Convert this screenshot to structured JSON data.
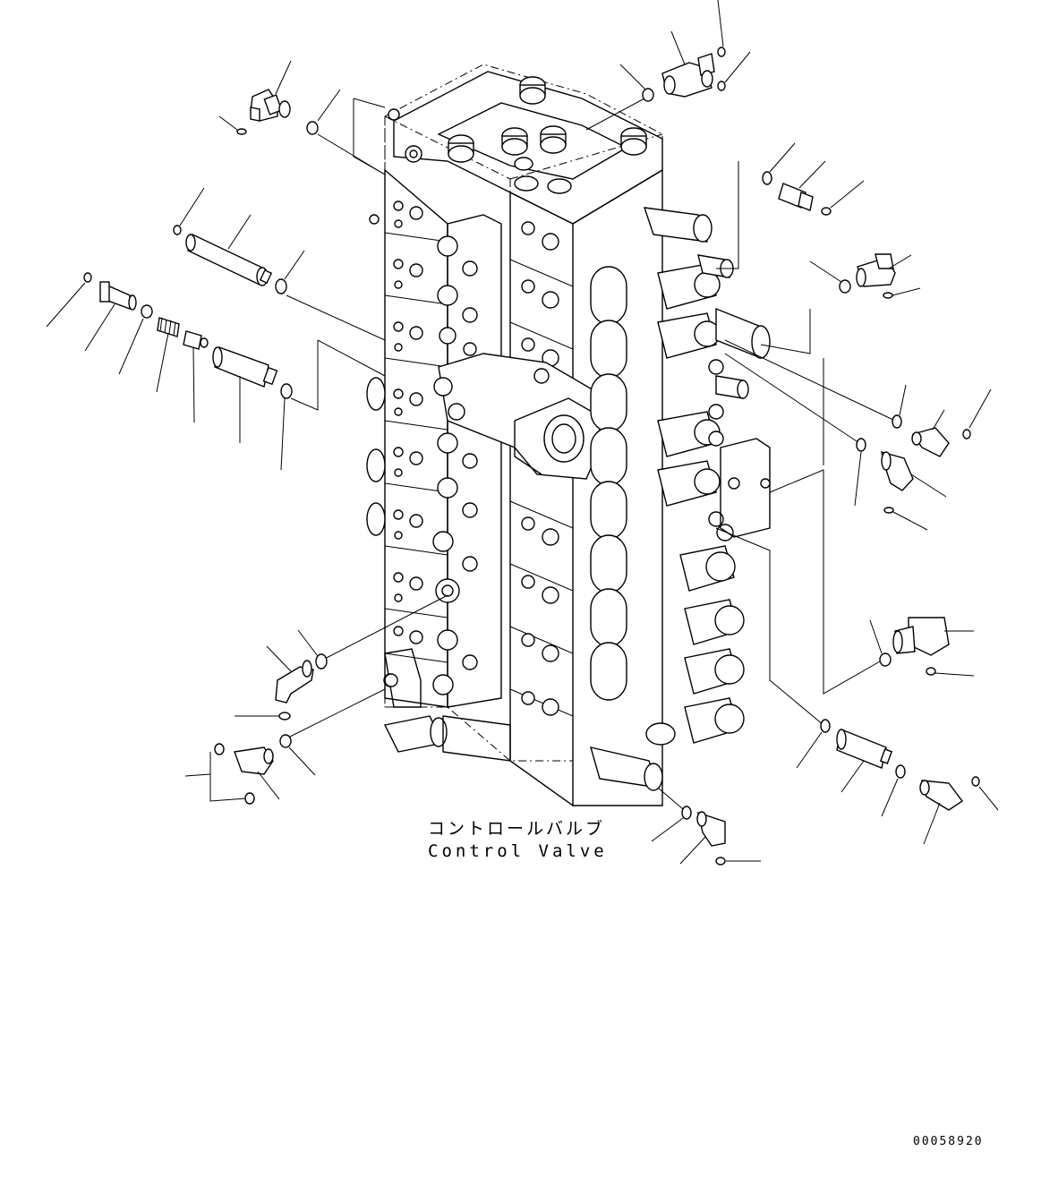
{
  "diagram": {
    "title_jp": "コントロールバルブ",
    "title_en": "Control Valve",
    "drawing_number": "00058920"
  }
}
